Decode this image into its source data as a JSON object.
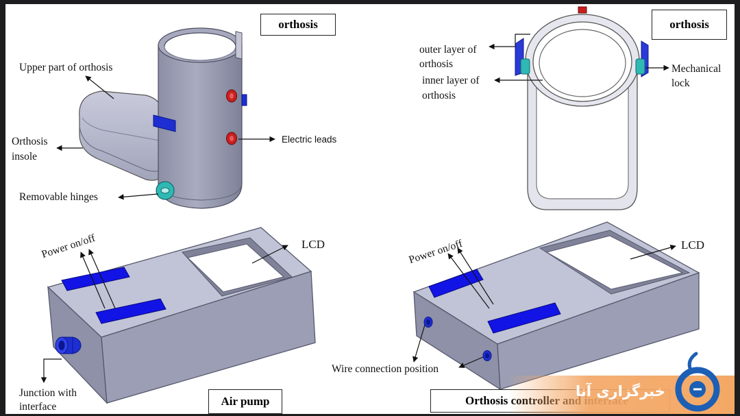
{
  "panels": {
    "top_left": {
      "title": "orthosis",
      "labels": {
        "upper_part": "Upper part of orthosis",
        "insole_line1": "Orthosis",
        "insole_line2": "insole",
        "hinges": "Removable hinges",
        "electric": "Electric leads"
      }
    },
    "top_right": {
      "title": "orthosis",
      "labels": {
        "outer_line1": "outer layer of",
        "outer_line2": "orthosis",
        "inner_line1": "inner layer of",
        "inner_line2": "orthosis",
        "lock_line1": "Mechanical",
        "lock_line2": "lock"
      }
    },
    "bottom_left": {
      "title": "Air pump",
      "labels": {
        "power": "Power on/off",
        "lcd": "LCD",
        "junction_line1": "Junction with",
        "junction_line2": "interface"
      }
    },
    "bottom_right": {
      "title": "Orthosis controller and interface",
      "labels": {
        "power": "Power on/off",
        "lcd": "LCD",
        "wire": "Wire connection position"
      }
    }
  },
  "watermark": {
    "text": "خبرگزاری آنا",
    "logo_icon": "ana-news-agency-logo-icon",
    "color": "#1c5fb5"
  },
  "colors": {
    "body": "#b7bacf",
    "body_side": "#8e91a7",
    "body_dark": "#74778d",
    "switch": "#1214e6",
    "hinge": "#2fb8b4",
    "lead": "#c91f1f"
  }
}
